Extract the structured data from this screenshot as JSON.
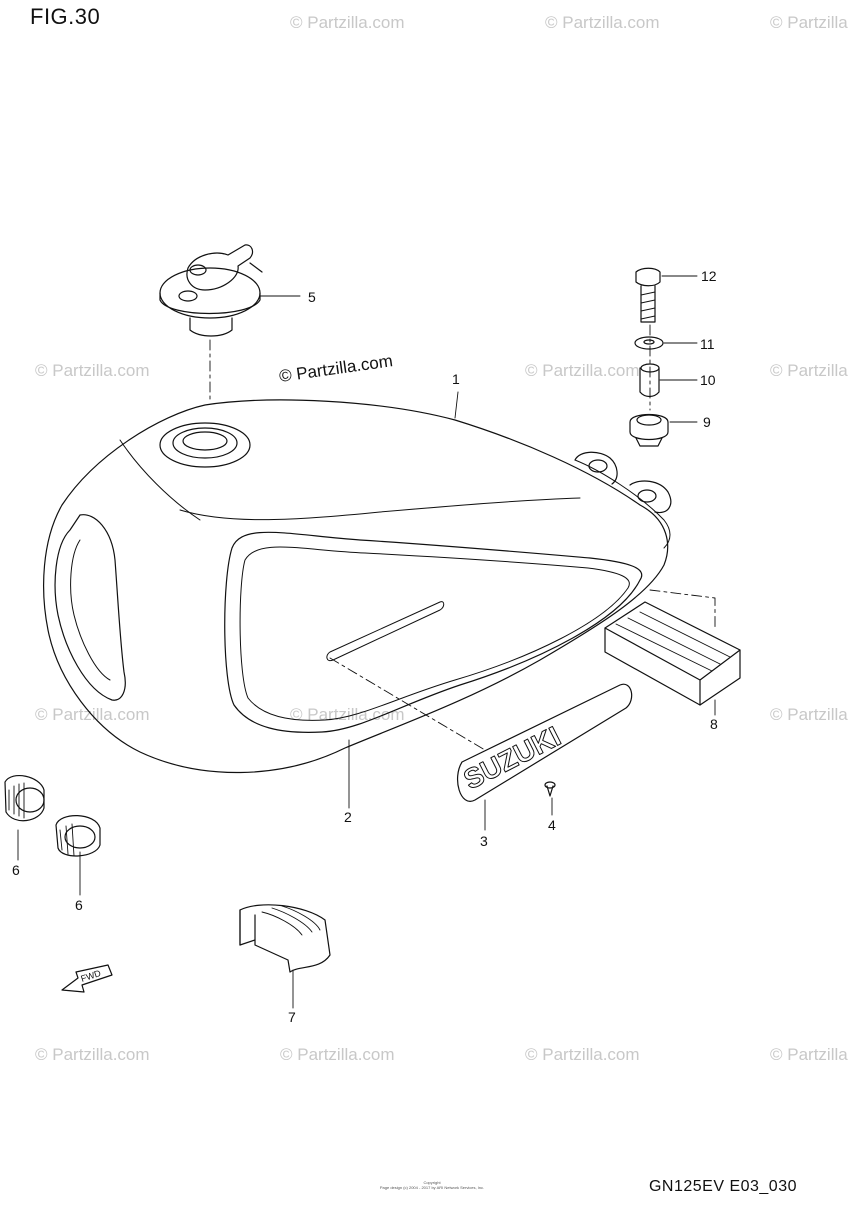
{
  "figure": {
    "title": "FIG.30",
    "code": "GN125EV E03_030"
  },
  "watermark": {
    "text": "© Partzilla.com",
    "color": "#c8c8c8"
  },
  "center_watermark": "© Partzilla.com",
  "copyright": {
    "line1": "Copyright",
    "line2": "Page design (c) 2004 - 2017 by ARI Network Services, Inc."
  },
  "emblem_text": "SUZUKI",
  "arrow_label": "FWD",
  "callouts": [
    {
      "id": "c1",
      "label": "1"
    },
    {
      "id": "c2",
      "label": "2"
    },
    {
      "id": "c3",
      "label": "3"
    },
    {
      "id": "c4",
      "label": "4"
    },
    {
      "id": "c5",
      "label": "5"
    },
    {
      "id": "c6a",
      "label": "6"
    },
    {
      "id": "c6b",
      "label": "6"
    },
    {
      "id": "c7",
      "label": "7"
    },
    {
      "id": "c8",
      "label": "8"
    },
    {
      "id": "c9",
      "label": "9"
    },
    {
      "id": "c10",
      "label": "10"
    },
    {
      "id": "c11",
      "label": "11"
    },
    {
      "id": "c12",
      "label": "12"
    }
  ]
}
